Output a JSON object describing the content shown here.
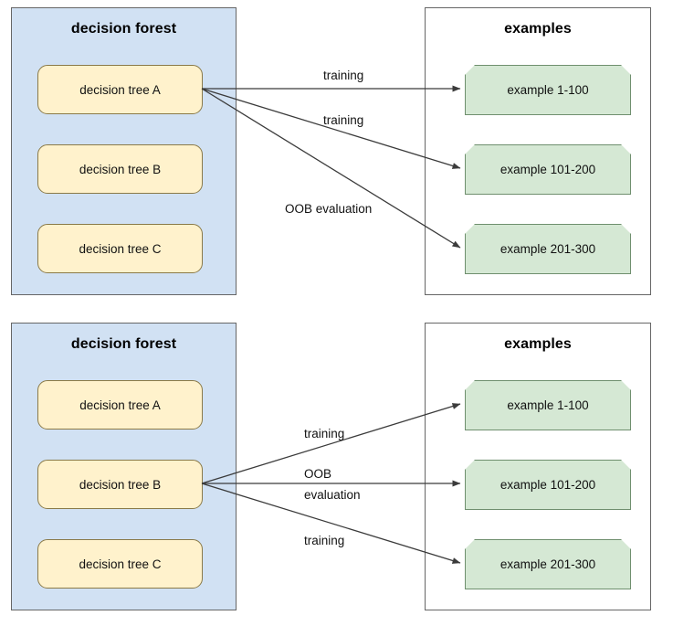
{
  "diagrams": [
    {
      "id": "top",
      "forest": {
        "title": "decision forest",
        "trees": [
          {
            "label": "decision tree A"
          },
          {
            "label": "decision tree B"
          },
          {
            "label": "decision tree C"
          }
        ]
      },
      "examples": {
        "title": "examples",
        "items": [
          {
            "label": "example 1-100"
          },
          {
            "label": "example 101-200"
          },
          {
            "label": "example 201-300"
          }
        ]
      },
      "edges": [
        {
          "label": "training",
          "from": "decision tree A",
          "to": "example 1-100"
        },
        {
          "label": "training",
          "from": "decision tree A",
          "to": "example 101-200"
        },
        {
          "label": "OOB evaluation",
          "from": "decision tree A",
          "to": "example 201-300"
        }
      ]
    },
    {
      "id": "bottom",
      "forest": {
        "title": "decision forest",
        "trees": [
          {
            "label": "decision tree A"
          },
          {
            "label": "decision tree B"
          },
          {
            "label": "decision tree C"
          }
        ]
      },
      "examples": {
        "title": "examples",
        "items": [
          {
            "label": "example 1-100"
          },
          {
            "label": "example 101-200"
          },
          {
            "label": "example 201-300"
          }
        ]
      },
      "edges": [
        {
          "label": "training",
          "from": "decision tree B",
          "to": "example 1-100"
        },
        {
          "label_line1": "OOB",
          "label_line2": "evaluation",
          "from": "decision tree B",
          "to": "example 101-200"
        },
        {
          "label": "training",
          "from": "decision tree B",
          "to": "example 201-300"
        }
      ]
    }
  ],
  "colors": {
    "forest_panel_fill": "#d1e1f3",
    "examples_panel_fill": "#ffffff",
    "panel_stroke": "#666666",
    "tree_fill": "#fff2cc",
    "tree_stroke": "#8a7a48",
    "example_fill": "#d5e8d4",
    "example_stroke": "#6f8f6e",
    "arrow_stroke": "#3b3b3b",
    "text": "#111111"
  }
}
